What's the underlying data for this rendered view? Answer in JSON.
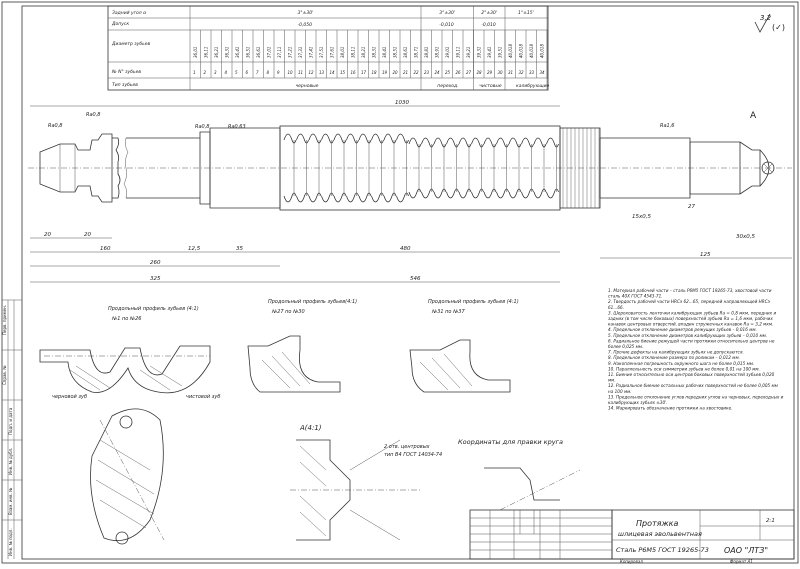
{
  "table": {
    "row_labels": [
      "Задний угол α",
      "Допуск",
      "Диаметр зубьев",
      "№ N° зубьев",
      "Тип зубьев"
    ],
    "angle_groups": [
      "3°±30'",
      "3°±30'",
      "2°±30'",
      "1°±15'"
    ],
    "tolerance_groups": [
      "-0,050",
      "-0,010",
      "-0,010",
      ""
    ],
    "diameters": [
      "36,01",
      "36,11",
      "36,21",
      "36,31",
      "36,41",
      "36,51",
      "36,61",
      "37,01",
      "37,11",
      "37,21",
      "37,31",
      "37,41",
      "37,51",
      "37,61",
      "38,01",
      "38,11",
      "38,21",
      "38,31",
      "38,41",
      "38,51",
      "38,61",
      "38,71",
      "38,81",
      "38,91",
      "39,01",
      "39,11",
      "39,21",
      "39,31",
      "39,41",
      "39,51",
      "40,018",
      "40,018",
      "40,018",
      "40,018"
    ],
    "numbers": [
      "1",
      "2",
      "3",
      "4",
      "5",
      "6",
      "7",
      "8",
      "9",
      "10",
      "11",
      "12",
      "13",
      "14",
      "15",
      "16",
      "17",
      "18",
      "19",
      "20",
      "21",
      "22",
      "23",
      "24",
      "25",
      "26",
      "27",
      "28",
      "29",
      "30",
      "31",
      "32",
      "33",
      "34"
    ],
    "types": [
      "черновые",
      "переход.",
      "чистовые",
      "калибрующие"
    ]
  },
  "roughness": "3,2",
  "dims": {
    "overall": "1030",
    "ra_marks": [
      "Ra0,8",
      "Ra0,8",
      "Ra0,8",
      "Ra0,63",
      "Ra1,6"
    ],
    "left": [
      "20",
      "20",
      "160",
      "260",
      "325"
    ],
    "mid": [
      "12,5",
      "35",
      "480",
      "546"
    ],
    "right": [
      "15х0,5",
      "27",
      "30х0,5",
      "125"
    ],
    "view_letter": "A"
  },
  "profiles": [
    {
      "title": "Продольный профиль зубьев (4:1)",
      "sub": "№1 по №26",
      "notes": [
        "черновой зуб",
        "чистовой зуб"
      ]
    },
    {
      "title": "Продольный профиль зубьев(4:1)",
      "sub": "№27 по №30",
      "notes": []
    },
    {
      "title": "Продольный профиль зубьев (4:1)",
      "sub": "№31 по №37",
      "notes": []
    }
  ],
  "view_a": {
    "label": "А(4:1)",
    "note": "2 отв. центровых",
    "std": "тип В4 ГОСТ 14034-74"
  },
  "coord_note": "Координаты для правки круга",
  "notes": [
    "1. Материал рабочей части – сталь Р6М5 ГОСТ 19265-73, хвостовой части сталь 40Х ГОСТ 4543-71.",
    "2. Твердость рабочей части HRCэ 62...65, передней направляющей HRCэ 61...66.",
    "3. Шероховатость ленточки калибрующих зубьев Ra = 0,8 мкм, передних и задних (в том числе боковых) поверхностей зубьев Ra = 1,6 мкм, рабочих канавок центровых отверстий, впадин стружечных канавок Ra = 3,2 мкм.",
    "4. Предельное отклонение диаметров режущих зубьев – 0,016 мм.",
    "5. Предельное отклонение диаметров калибрующих зубьев – 0,010 мм.",
    "6. Радиальное биение режущей части протяжки относительно центров не более 0,025 мм.",
    "7. Прочие дефекты на калибрующих зубьях не допускаются.",
    "8. Предельное отклонение размера по роликам – 0,012 мм.",
    "9. Накопленная погрешность окружного шага не более 0,015 мм.",
    "10. Параллельность оси симметрии зубьев не более 0,01 на 100 мм.",
    "11. Биение относительно оси центров боковых поверхностей зубьев 0,020 мм.",
    "12. Радиальное биение остальных рабочих поверхностей не более 0,005 мм на 100 мм.",
    "13. Предельное отклонение углов передних углов на черновых, переходных и калибрующих зубьях ±30'.",
    "14. Маркировать обозначение протяжки на хвостовике."
  ],
  "stamp": {
    "title_1": "Протяжка",
    "title_2": "шлицевая эвольвентная",
    "material": "Сталь Р6М5 ГОСТ 19265-73",
    "org": "ОАО \"ЛТЗ\"",
    "format": "Формат А1",
    "sheet": "2:1",
    "copied": "Копировал"
  },
  "margin_labels": [
    "Перв. примен.",
    "Справ. №",
    "Подп. и дата",
    "Инв. № дубл.",
    "Взам. инв. №",
    "Подп. и дата",
    "Инв. № подл."
  ]
}
